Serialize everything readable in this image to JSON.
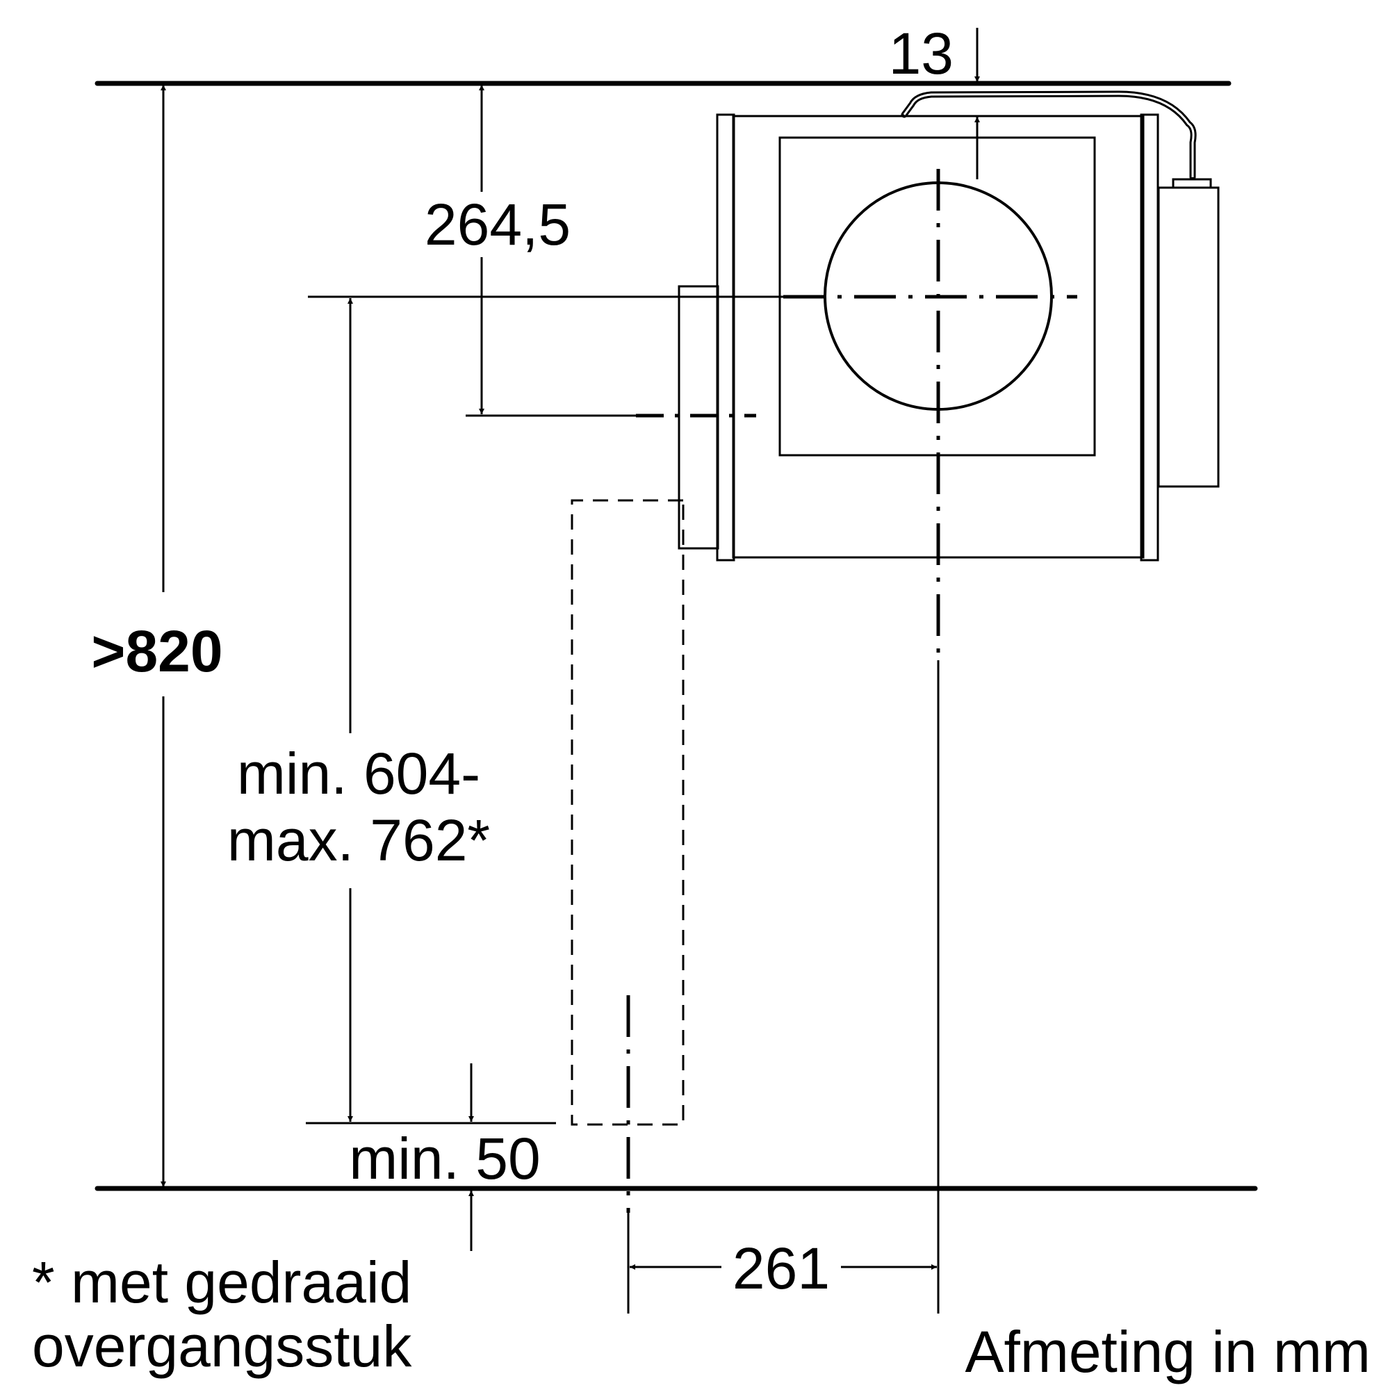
{
  "diagram": {
    "dimensions": {
      "top_gap": "13",
      "axis_offset": "264,5",
      "overall_height": ">820",
      "duct_range_line1": "min. 604-",
      "duct_range_line2": "max. 762*",
      "bottom_clearance": "min. 50",
      "center_distance": "261"
    },
    "footnote": {
      "line1": "* met gedraaid",
      "line2": "overgangsstuk"
    },
    "unit_label": "Afmeting in mm"
  }
}
